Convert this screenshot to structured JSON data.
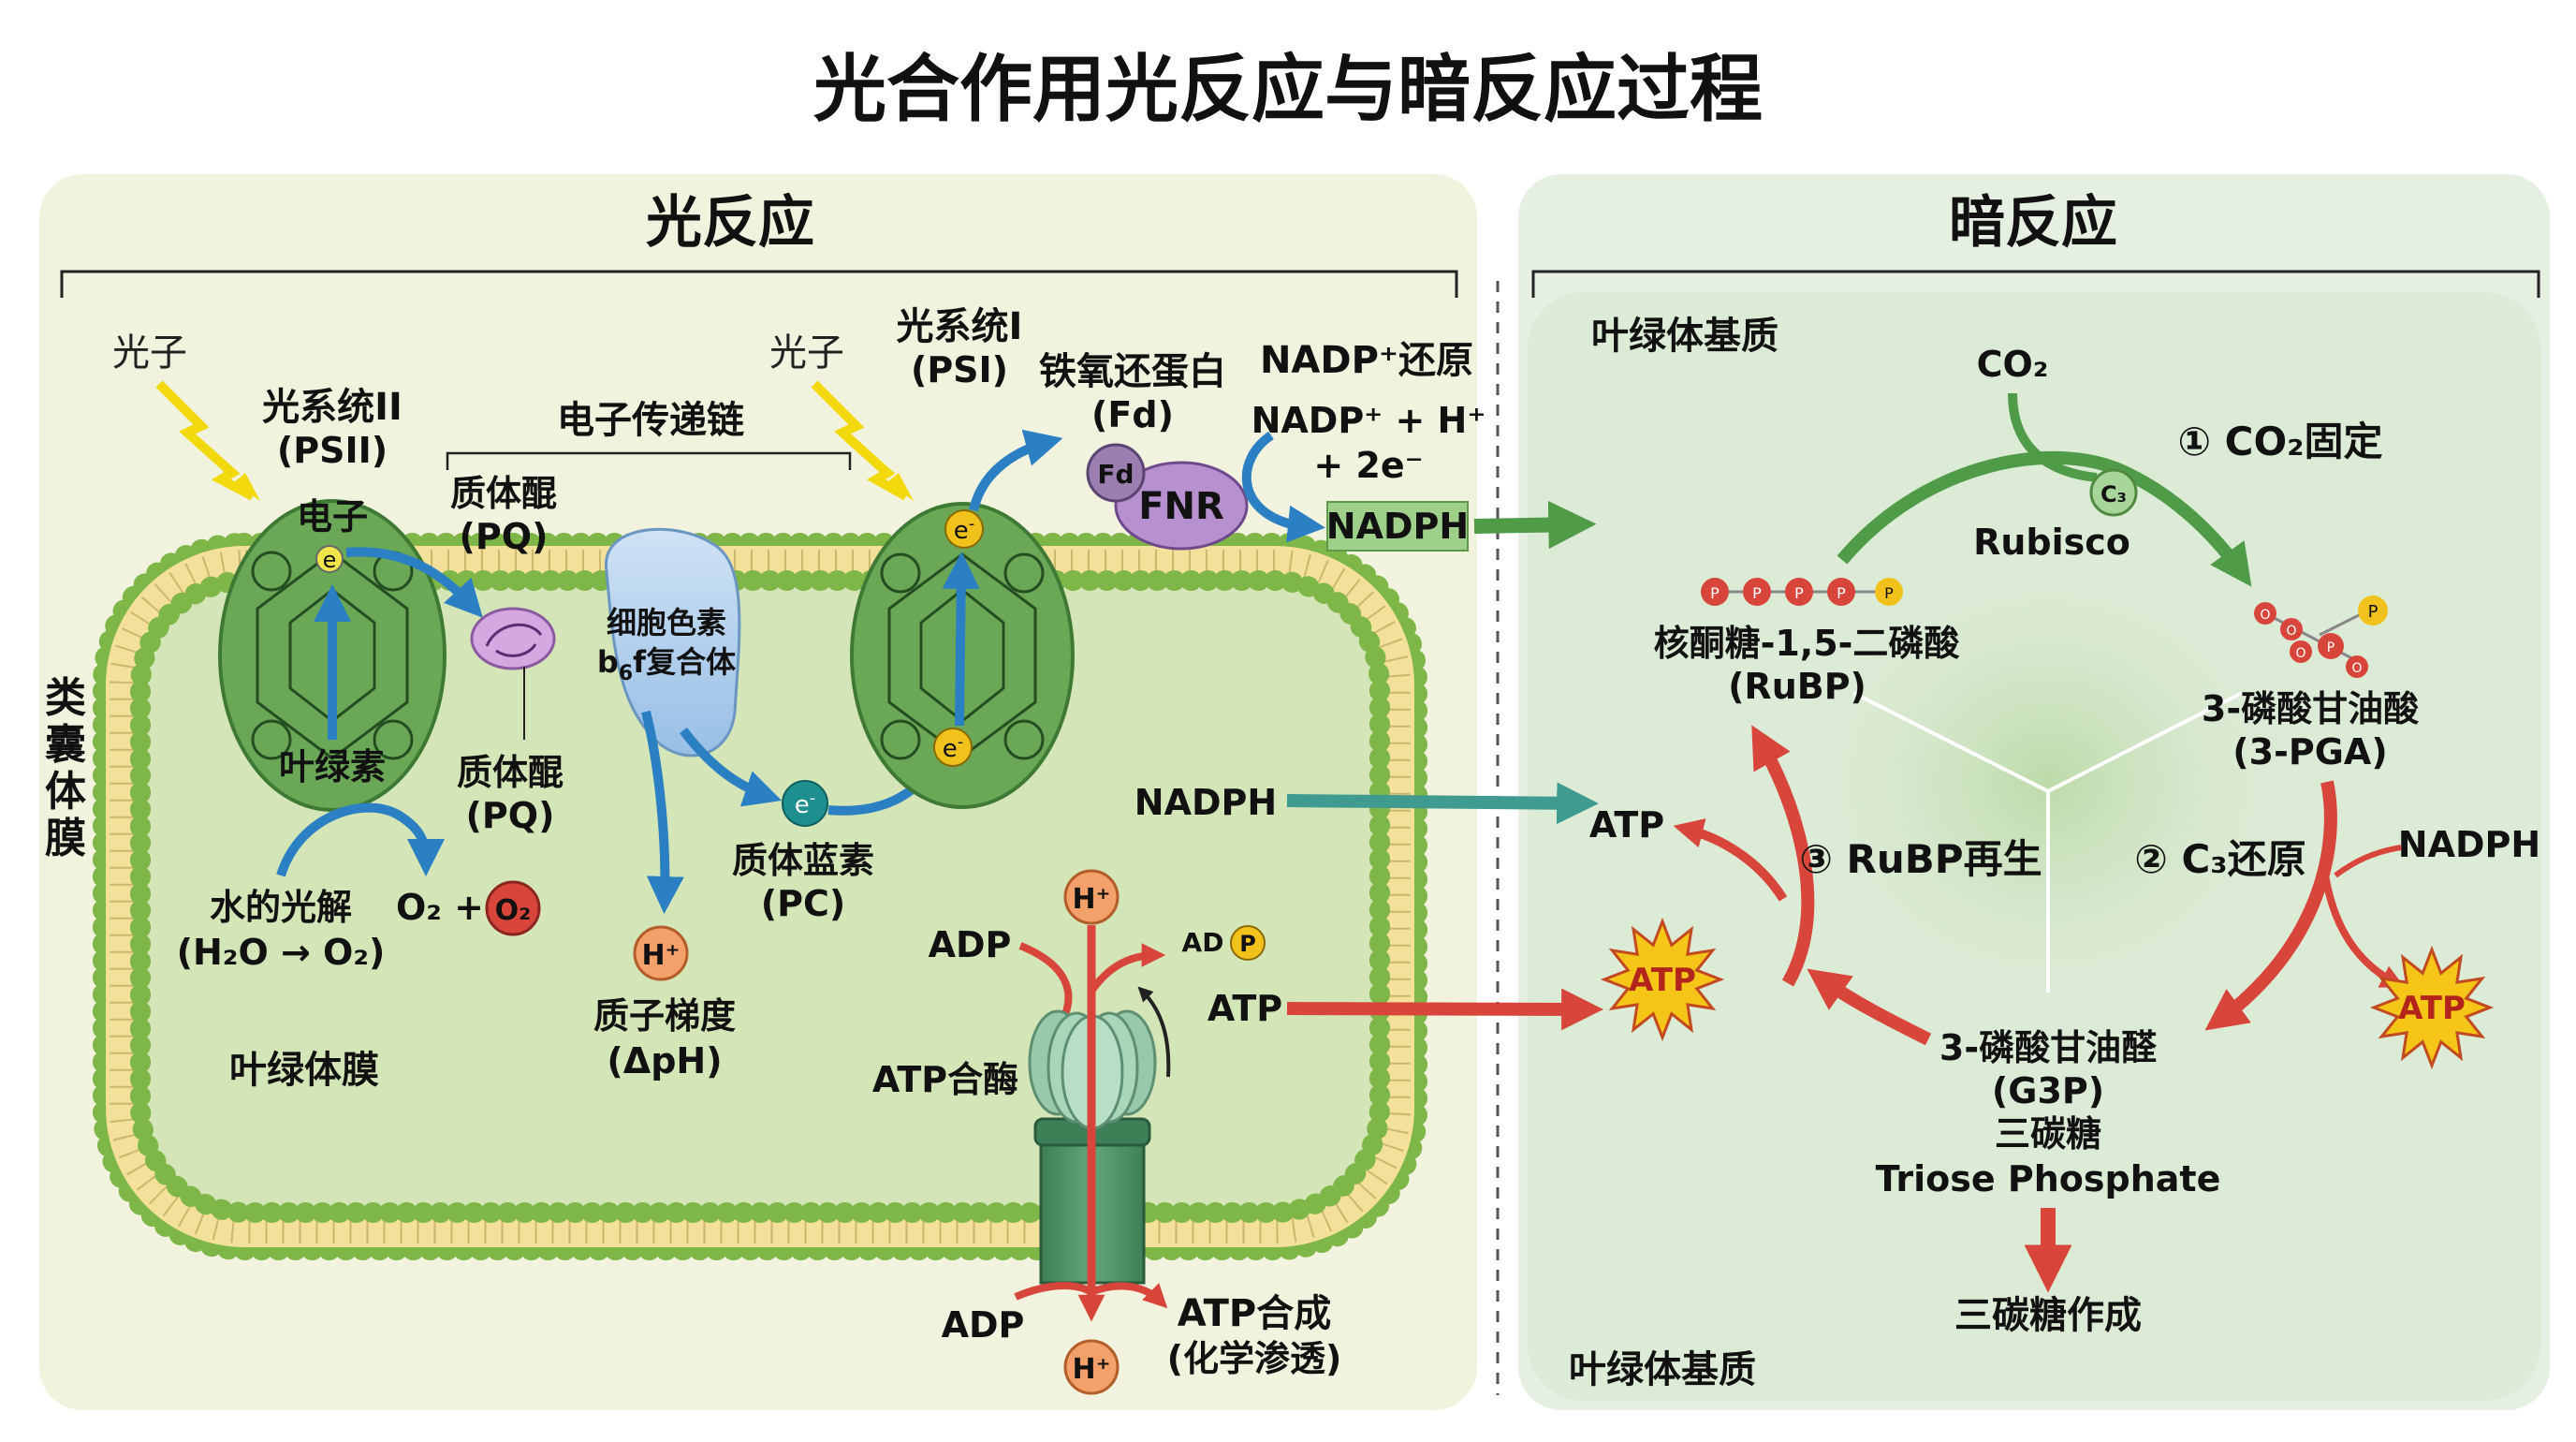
{
  "title": "光合作用光反应与暗反应过程",
  "colors": {
    "light_panel": "#f1f3df",
    "dark_panel": "#e5efe2",
    "stroma": "#d9e8cc",
    "membrane_head": "#7fb648",
    "membrane_tail": "#f3e09a",
    "thylakoid_fill": "#d4e6b8",
    "photosystem": "#6aa857",
    "blue_arrow": "#2b7fc3",
    "green_arrow": "#4f9b48",
    "red_arrow": "#d8463b",
    "teal_arrow": "#3f9a90",
    "atp_star": "#f5c518",
    "nadph_box": "#9fd08a"
  },
  "light": {
    "header": "光反应",
    "photon1": "光子",
    "photon2": "光子",
    "psii_name": "光系统II",
    "psii_abbr": "(PSII)",
    "electron_label": "电子",
    "electron_symbol": "e",
    "chlorophyll": "叶绿素",
    "etc_label": "电子传递链",
    "pq_top_name": "质体醌",
    "pq_top_abbr": "(PQ)",
    "pq_bot_name": "质体醌",
    "pq_bot_abbr": "(PQ)",
    "cytb6f_line1": "细胞色素",
    "cytb6f_line2a": "b",
    "cytb6f_line2sub": "6",
    "cytb6f_line2b": "f复合体",
    "psi_name": "光系统I",
    "psi_abbr": "(PSI)",
    "e_minus": "e",
    "e_sup": "-",
    "fd_name": "铁氧还蛋白",
    "fd_abbr": "(Fd)",
    "fd_short": "Fd",
    "fnr": "FNR",
    "nadp_title": "NADP⁺还原",
    "nadp_eq1": "NADP⁺ + H⁺",
    "nadp_eq2": "+ 2e⁻",
    "nadph_out": "NADPH",
    "membrane_label": "类囊体膜",
    "water_split_1": "水的光解",
    "water_split_2": "(H₂O → O₂)",
    "o2_text": "O₂ +",
    "o2_circle": "O₂",
    "h_plus": "H⁺",
    "gradient_1": "质子梯度",
    "gradient_2": "(ΔpH)",
    "pc_name": "质体蓝素",
    "pc_abbr": "(PC)",
    "chloroplast_membrane": "叶绿体膜",
    "nadph_side": "NADPH",
    "adp_top": "ADP",
    "adp_p_text": "AD",
    "p_letter": "P",
    "atp_side": "ATP",
    "atp_synthase": "ATP合酶",
    "adp_bottom": "ADP",
    "atp_synthesis_1": "ATP合成",
    "atp_synthesis_2": "(化学渗透)",
    "h_plus_top": "H⁺",
    "h_plus_bottom": "H⁺"
  },
  "dark": {
    "header": "暗反应",
    "stroma_top": "叶绿体基质",
    "stroma_bottom": "叶绿体基质",
    "co2": "CO₂",
    "step1": "① CO₂固定",
    "c3_badge": "C₃",
    "rubisco": "Rubisco",
    "rubp_name": "核酮糖-1,5-二磷酸",
    "rubp_abbr": "(RuBP)",
    "pga_name": "3-磷酸甘油酸",
    "pga_abbr": "(3-PGA)",
    "atp_in": "ATP",
    "step3": "③ RuBP再生",
    "step2": "② C₃还原",
    "nadph_in": "NADPH",
    "atp_star_left": "ATP",
    "atp_star_right": "ATP",
    "g3p_name": "3-磷酸甘油醛",
    "g3p_abbr": "(G3P)",
    "g3p_cn": "三碳糖",
    "g3p_en": "Triose Phosphate",
    "product": "三碳糖作成",
    "p_letter": "P",
    "o_letter": "O"
  }
}
